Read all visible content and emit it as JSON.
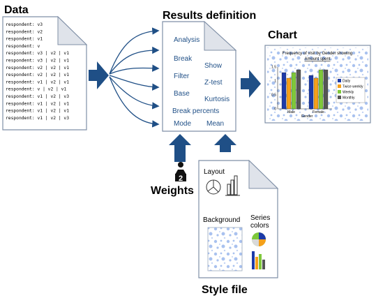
{
  "labels": {
    "data": "Data",
    "results_definition": "Results definition",
    "chart": "Chart",
    "weights": "Weights",
    "style_file": "Style file"
  },
  "data_lines": [
    "respondent: v3",
    "respondent: v2",
    "respondent: v1",
    "respondent: v",
    "respondent: v3 | v2 | v1",
    "respondent: v3 | v2 | v1",
    "respondent: v2 | v2 | v1",
    "respondent: v2 | v2 | v1",
    "respondent: v1 | v2 | v1",
    "respondent: v  | v2 | v1",
    "respondent: v1 | v2 | v3",
    "respondent: v1 | v2 | v1",
    "respondent: v1 | v2 | v1",
    "respondent: v1 | v2 | v3"
  ],
  "results_terms": {
    "analysis": "Analysis",
    "break": "Break",
    "show": "Show",
    "filter": "Filter",
    "ztest": "Z-test",
    "base": "Base",
    "kurtosis": "Kurtosis",
    "break_percents": "Break percents",
    "mode": "Mode",
    "mean": "Mean"
  },
  "weights_icon": "weights-icon",
  "weights_digit": "2",
  "style_file": {
    "layout": "Layout",
    "background": "Background",
    "series_colors_line1": "Series",
    "series_colors_line2": "colors"
  },
  "mini_chart": {
    "title_line1": "Frequency of visit by Gender showing",
    "title_line2": "Amount spent",
    "x_axis": "Gender",
    "categories": [
      "Male",
      "Female"
    ],
    "legend": [
      "Daily",
      "Twice weekly",
      "Weekly",
      "Monthly"
    ]
  },
  "colors": {
    "arrow": "#1f4f86",
    "doc_border": "#7f8fa6",
    "background_speckle": "#8fb0e6",
    "series": [
      "#1c3aa8",
      "#f5a01a",
      "#7ec83a",
      "#555555"
    ]
  },
  "chart_data": {
    "type": "bar",
    "title": "Frequency of visit by Gender showing Amount spent",
    "xlabel": "Gender",
    "categories": [
      "Male",
      "Female"
    ],
    "series": [
      {
        "name": "Daily",
        "values": [
          1.3,
          1.2
        ]
      },
      {
        "name": "Twice weekly",
        "values": [
          1.1,
          1.1
        ]
      },
      {
        "name": "Weekly",
        "values": [
          1.3,
          1.4
        ]
      },
      {
        "name": "Monthly",
        "values": [
          1.4,
          1.4
        ]
      }
    ],
    "ylim": [
      0,
      1.5
    ],
    "ticks": [
      "0",
      "0.5",
      "1",
      "1.5"
    ],
    "legend_position": "right"
  }
}
